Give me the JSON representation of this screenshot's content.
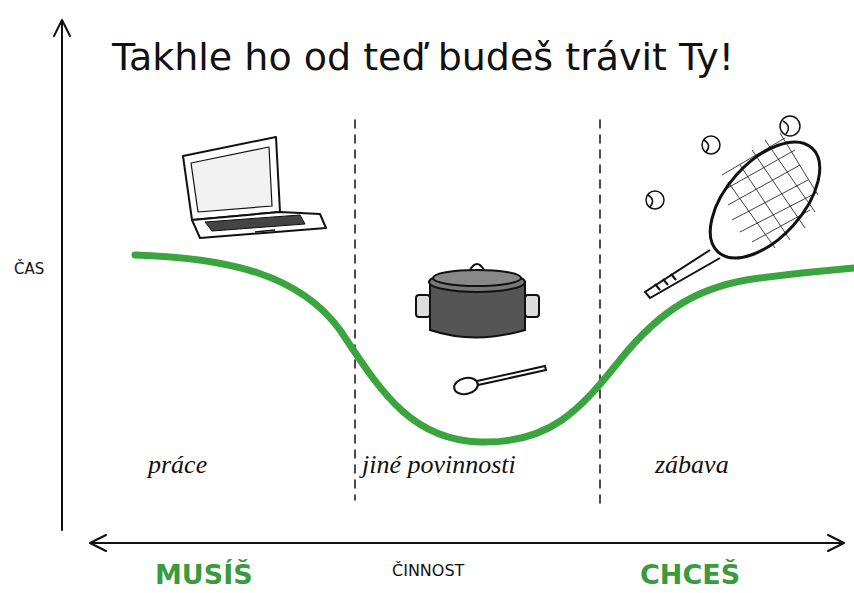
{
  "diagram": {
    "title": "Takhle ho od teď budeš trávit Ty!",
    "labels": [
      "ČAS",
      "práce",
      "jiné povinnosti",
      "zábava",
      "MUSÍŠ",
      "ČINNOST",
      "CHCEŠ"
    ]
  }
}
